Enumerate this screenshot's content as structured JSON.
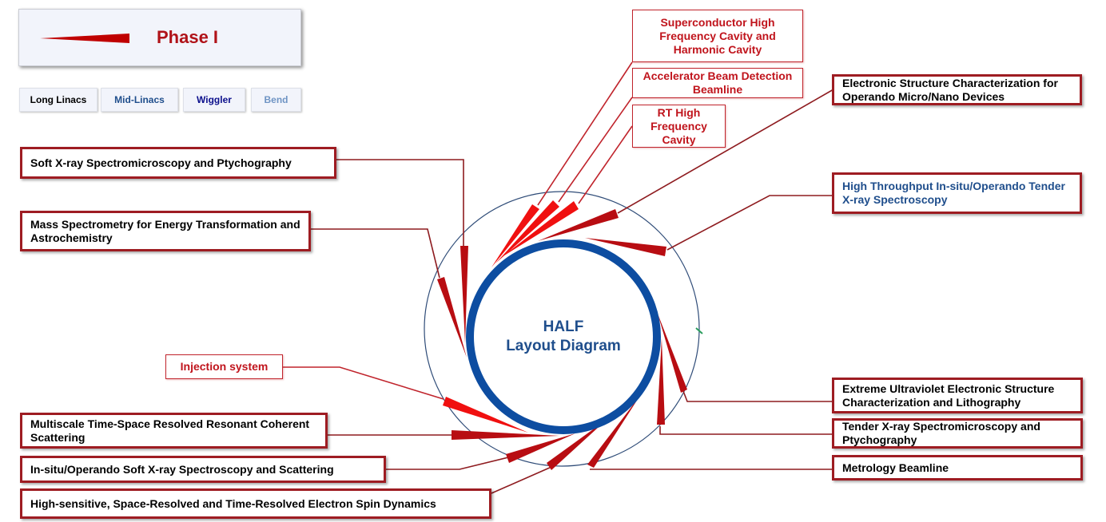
{
  "legend": {
    "title": "Phase I",
    "wedge_color": "#c00000"
  },
  "tabs": [
    {
      "label": "Long Linacs",
      "color": "#000000"
    },
    {
      "label": "Mid-Linacs",
      "color": "#1f4e8c"
    },
    {
      "label": "Wiggler",
      "color": "#0b0f8c"
    },
    {
      "label": "Bend",
      "color": "#6f94c4"
    }
  ],
  "center": {
    "line1": "HALF",
    "line2": "Layout Diagram"
  },
  "colors": {
    "ring": "#0d4da1",
    "outer_ring": "#2f4c78",
    "beamline_dark": "#b80d12",
    "beamline_bright": "#f01010",
    "connector": "#8e1b1f",
    "thin_connector": "#c0242c",
    "blue_label": "#1f4e8c"
  },
  "facilities": [
    {
      "id": "superconductor",
      "label": "Superconductor High Frequency Cavity and Harmonic Cavity"
    },
    {
      "id": "beam-detection",
      "label": "Accelerator Beam Detection Beamline"
    },
    {
      "id": "rt-cavity",
      "label": "RT High Frequency Cavity"
    },
    {
      "id": "injection",
      "label": "Injection system"
    }
  ],
  "beamlines": [
    {
      "id": "electronic-structure",
      "label": "Electronic Structure Characterization for Operando Micro/Nano Devices"
    },
    {
      "id": "high-throughput",
      "label": "High Throughput In-situ/Operando Tender X-ray Spectroscopy"
    },
    {
      "id": "soft-xray-spectromicroscopy",
      "label": "Soft X-ray Spectromicroscopy and Ptychography"
    },
    {
      "id": "mass-spectrometry",
      "label": "Mass Spectrometry for Energy Transformation and Astrochemistry"
    },
    {
      "id": "euv",
      "label": "Extreme Ultraviolet Electronic Structure Characterization and Lithography"
    },
    {
      "id": "tender-xray-spectromicroscopy",
      "label": "Tender X-ray Spectromicroscopy and Ptychography"
    },
    {
      "id": "metrology",
      "label": "Metrology Beamline"
    },
    {
      "id": "multiscale",
      "label": "Multiscale Time-Space Resolved Resonant Coherent Scattering"
    },
    {
      "id": "insitu-soft-xray",
      "label": "In-situ/Operando Soft X-ray Spectroscopy and Scattering"
    },
    {
      "id": "electron-spin",
      "label": "High-sensitive, Space-Resolved and Time-Resolved Electron Spin Dynamics"
    }
  ]
}
